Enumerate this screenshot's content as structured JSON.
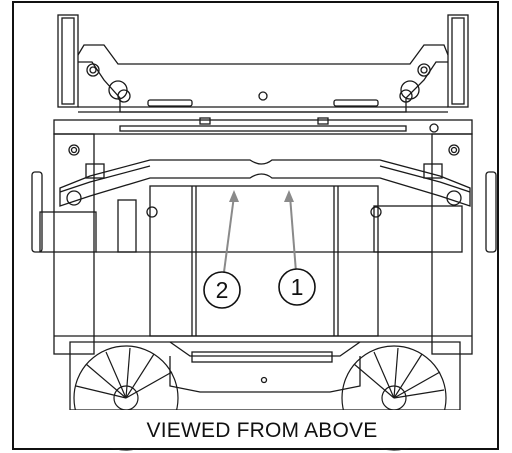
{
  "diagram": {
    "caption": "VIEWED FROM ABOVE",
    "callouts": [
      {
        "label": "1"
      },
      {
        "label": "2"
      }
    ],
    "colors": {
      "line": "#1a1a1a",
      "leader": "#8a8a8a",
      "background": "#ffffff"
    }
  }
}
